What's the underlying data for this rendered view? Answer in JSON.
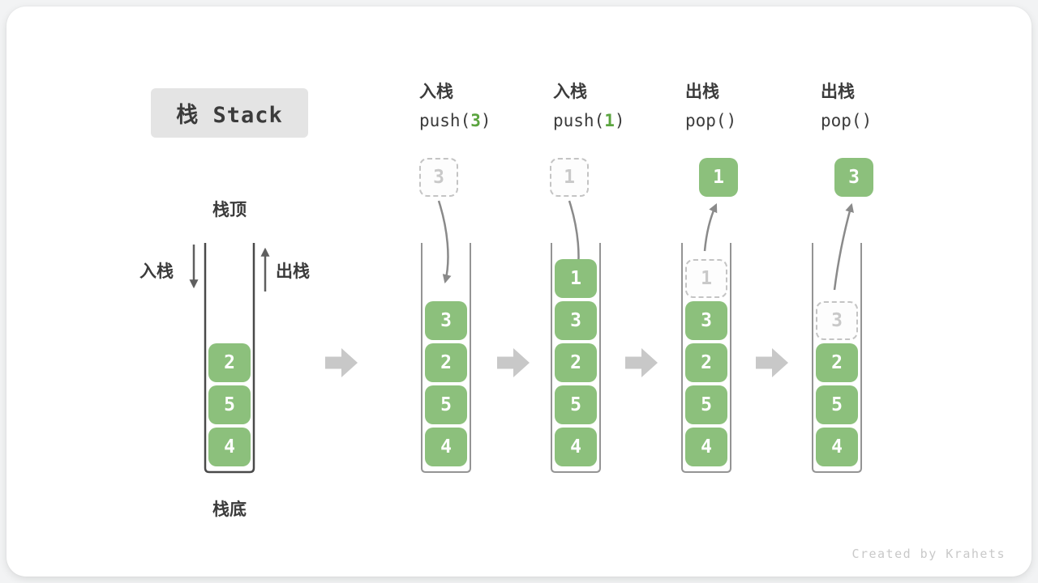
{
  "title": "栈 Stack",
  "labels": {
    "stack_top": "栈顶",
    "stack_bottom": "栈底",
    "push": "入栈",
    "pop": "出栈"
  },
  "watermark": "Created by Krahets",
  "colors": {
    "cell_green": "#8cc07c",
    "code_arg_green": "#5ba43f",
    "ghost_gray": "#c4c4c4",
    "curve_arrow_gray": "#8a8a8a",
    "straight_arrow_dark": "#5f5f5f",
    "block_arrow_gray": "#c8c8c8",
    "text_dark": "#3b3b3b",
    "title_bg": "#e4e4e4"
  },
  "diagram": {
    "columns": [
      {
        "name": "initial-stack",
        "cells": [
          "4",
          "5",
          "2"
        ]
      },
      {
        "name": "after-push-3",
        "header": {
          "op": "入栈",
          "code_pre": "push(",
          "code_arg": "3",
          "code_post": ")"
        },
        "floating": {
          "value": "3",
          "style": "ghost"
        },
        "cells": [
          "4",
          "5",
          "2",
          "3"
        ]
      },
      {
        "name": "after-push-1",
        "header": {
          "op": "入栈",
          "code_pre": "push(",
          "code_arg": "1",
          "code_post": ")"
        },
        "floating": {
          "value": "1",
          "style": "ghost"
        },
        "cells": [
          "4",
          "5",
          "2",
          "3",
          "1"
        ]
      },
      {
        "name": "after-pop-1",
        "header": {
          "op": "出栈",
          "code_pre": "pop(",
          "code_arg": "",
          "code_post": ")"
        },
        "floating": {
          "value": "1",
          "style": "solid"
        },
        "cells": [
          "4",
          "5",
          "2",
          "3"
        ],
        "ghost_cell": "1"
      },
      {
        "name": "after-pop-3",
        "header": {
          "op": "出栈",
          "code_pre": "pop(",
          "code_arg": "",
          "code_post": ")"
        },
        "floating": {
          "value": "3",
          "style": "solid"
        },
        "cells": [
          "4",
          "5",
          "2"
        ],
        "ghost_cell": "3"
      }
    ]
  }
}
